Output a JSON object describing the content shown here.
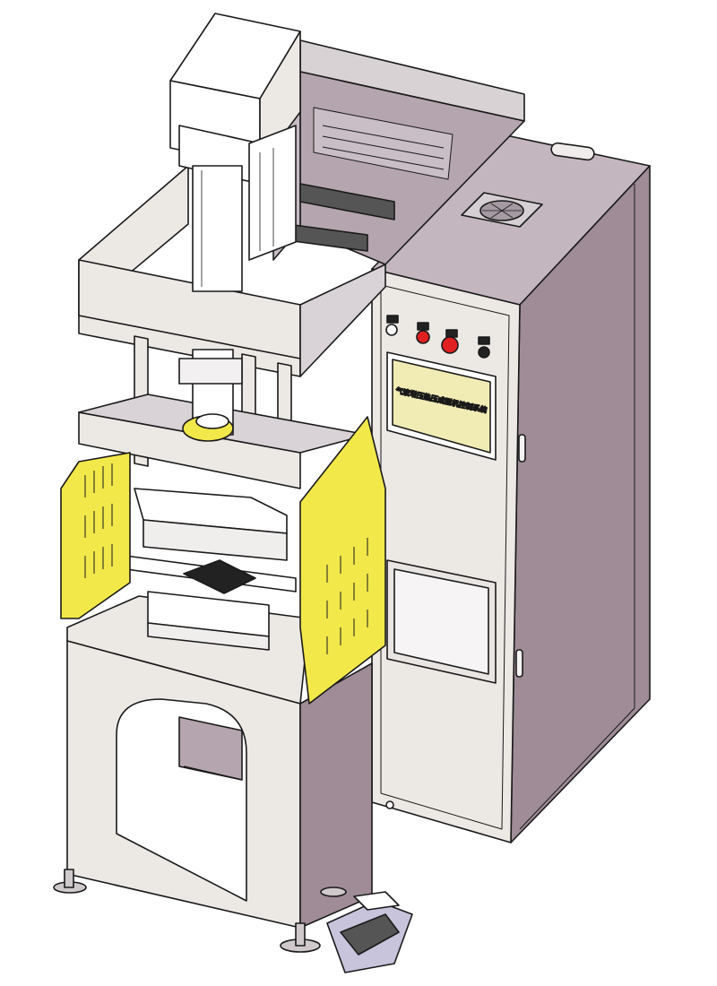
{
  "drawing": {
    "subject": "press-machine-isometric",
    "hmi_screen_text": "气液增压热压成型机控制系统",
    "buttons": [
      {
        "name": "white-selector",
        "color": "#ffffff"
      },
      {
        "name": "red-button-1",
        "color": "#e02020"
      },
      {
        "name": "red-button-2",
        "color": "#e02020"
      },
      {
        "name": "black-button",
        "color": "#222222"
      }
    ],
    "colors": {
      "frame": "#ece8e4",
      "cabinet": "#9f8c97",
      "guard": "#f2e84a",
      "outline": "#1a1a1a",
      "screen": "#f1ecb4",
      "glass": "#f6f4f4"
    }
  }
}
